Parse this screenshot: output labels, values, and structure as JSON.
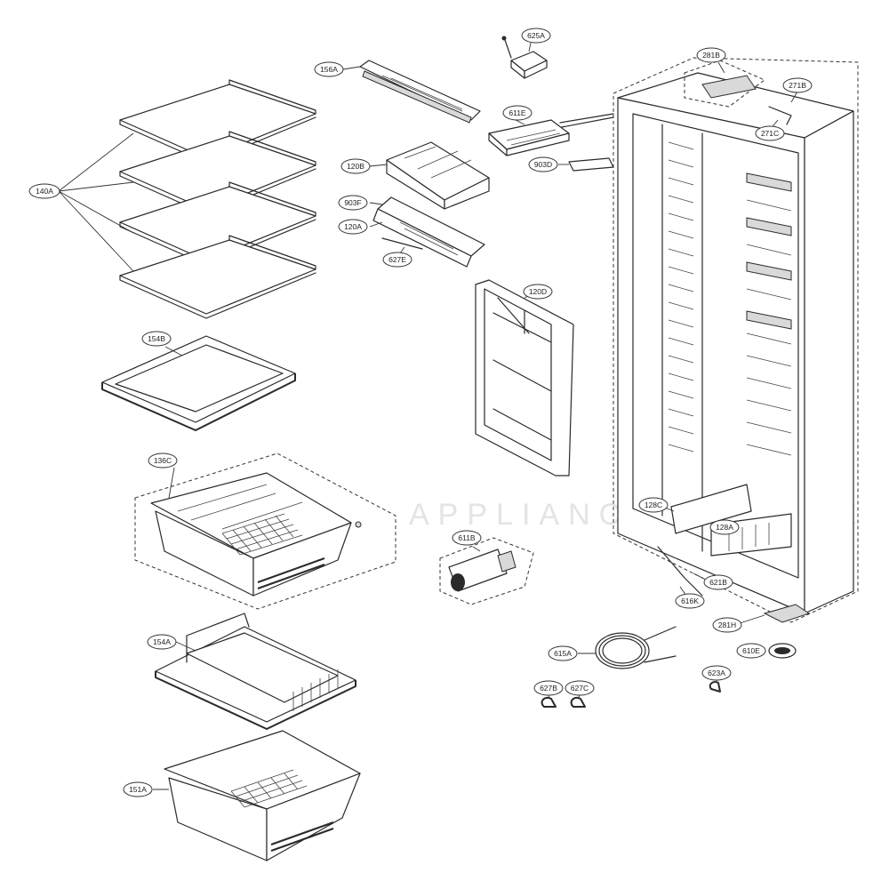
{
  "watermark": "APPLIANCEVENTURE",
  "part_labels": {
    "p140A": "140A",
    "p156A": "156A",
    "p625A": "625A",
    "p281B": "281B",
    "p271B": "271B",
    "p271C": "271C",
    "p611E": "611E",
    "p903D": "903D",
    "p120B": "120B",
    "p903F": "903F",
    "p120A": "120A",
    "p627E": "627E",
    "p120D": "120D",
    "p154B": "154B",
    "p136C": "136C",
    "p611B": "611B",
    "p128C": "128C",
    "p128A": "128A",
    "p621B": "621B",
    "p616K": "616K",
    "p281H": "281H",
    "p610E": "610E",
    "p615A": "615A",
    "p623A": "623A",
    "p627B": "627B",
    "p627C": "627C",
    "p154A": "154A",
    "p151A": "151A"
  }
}
